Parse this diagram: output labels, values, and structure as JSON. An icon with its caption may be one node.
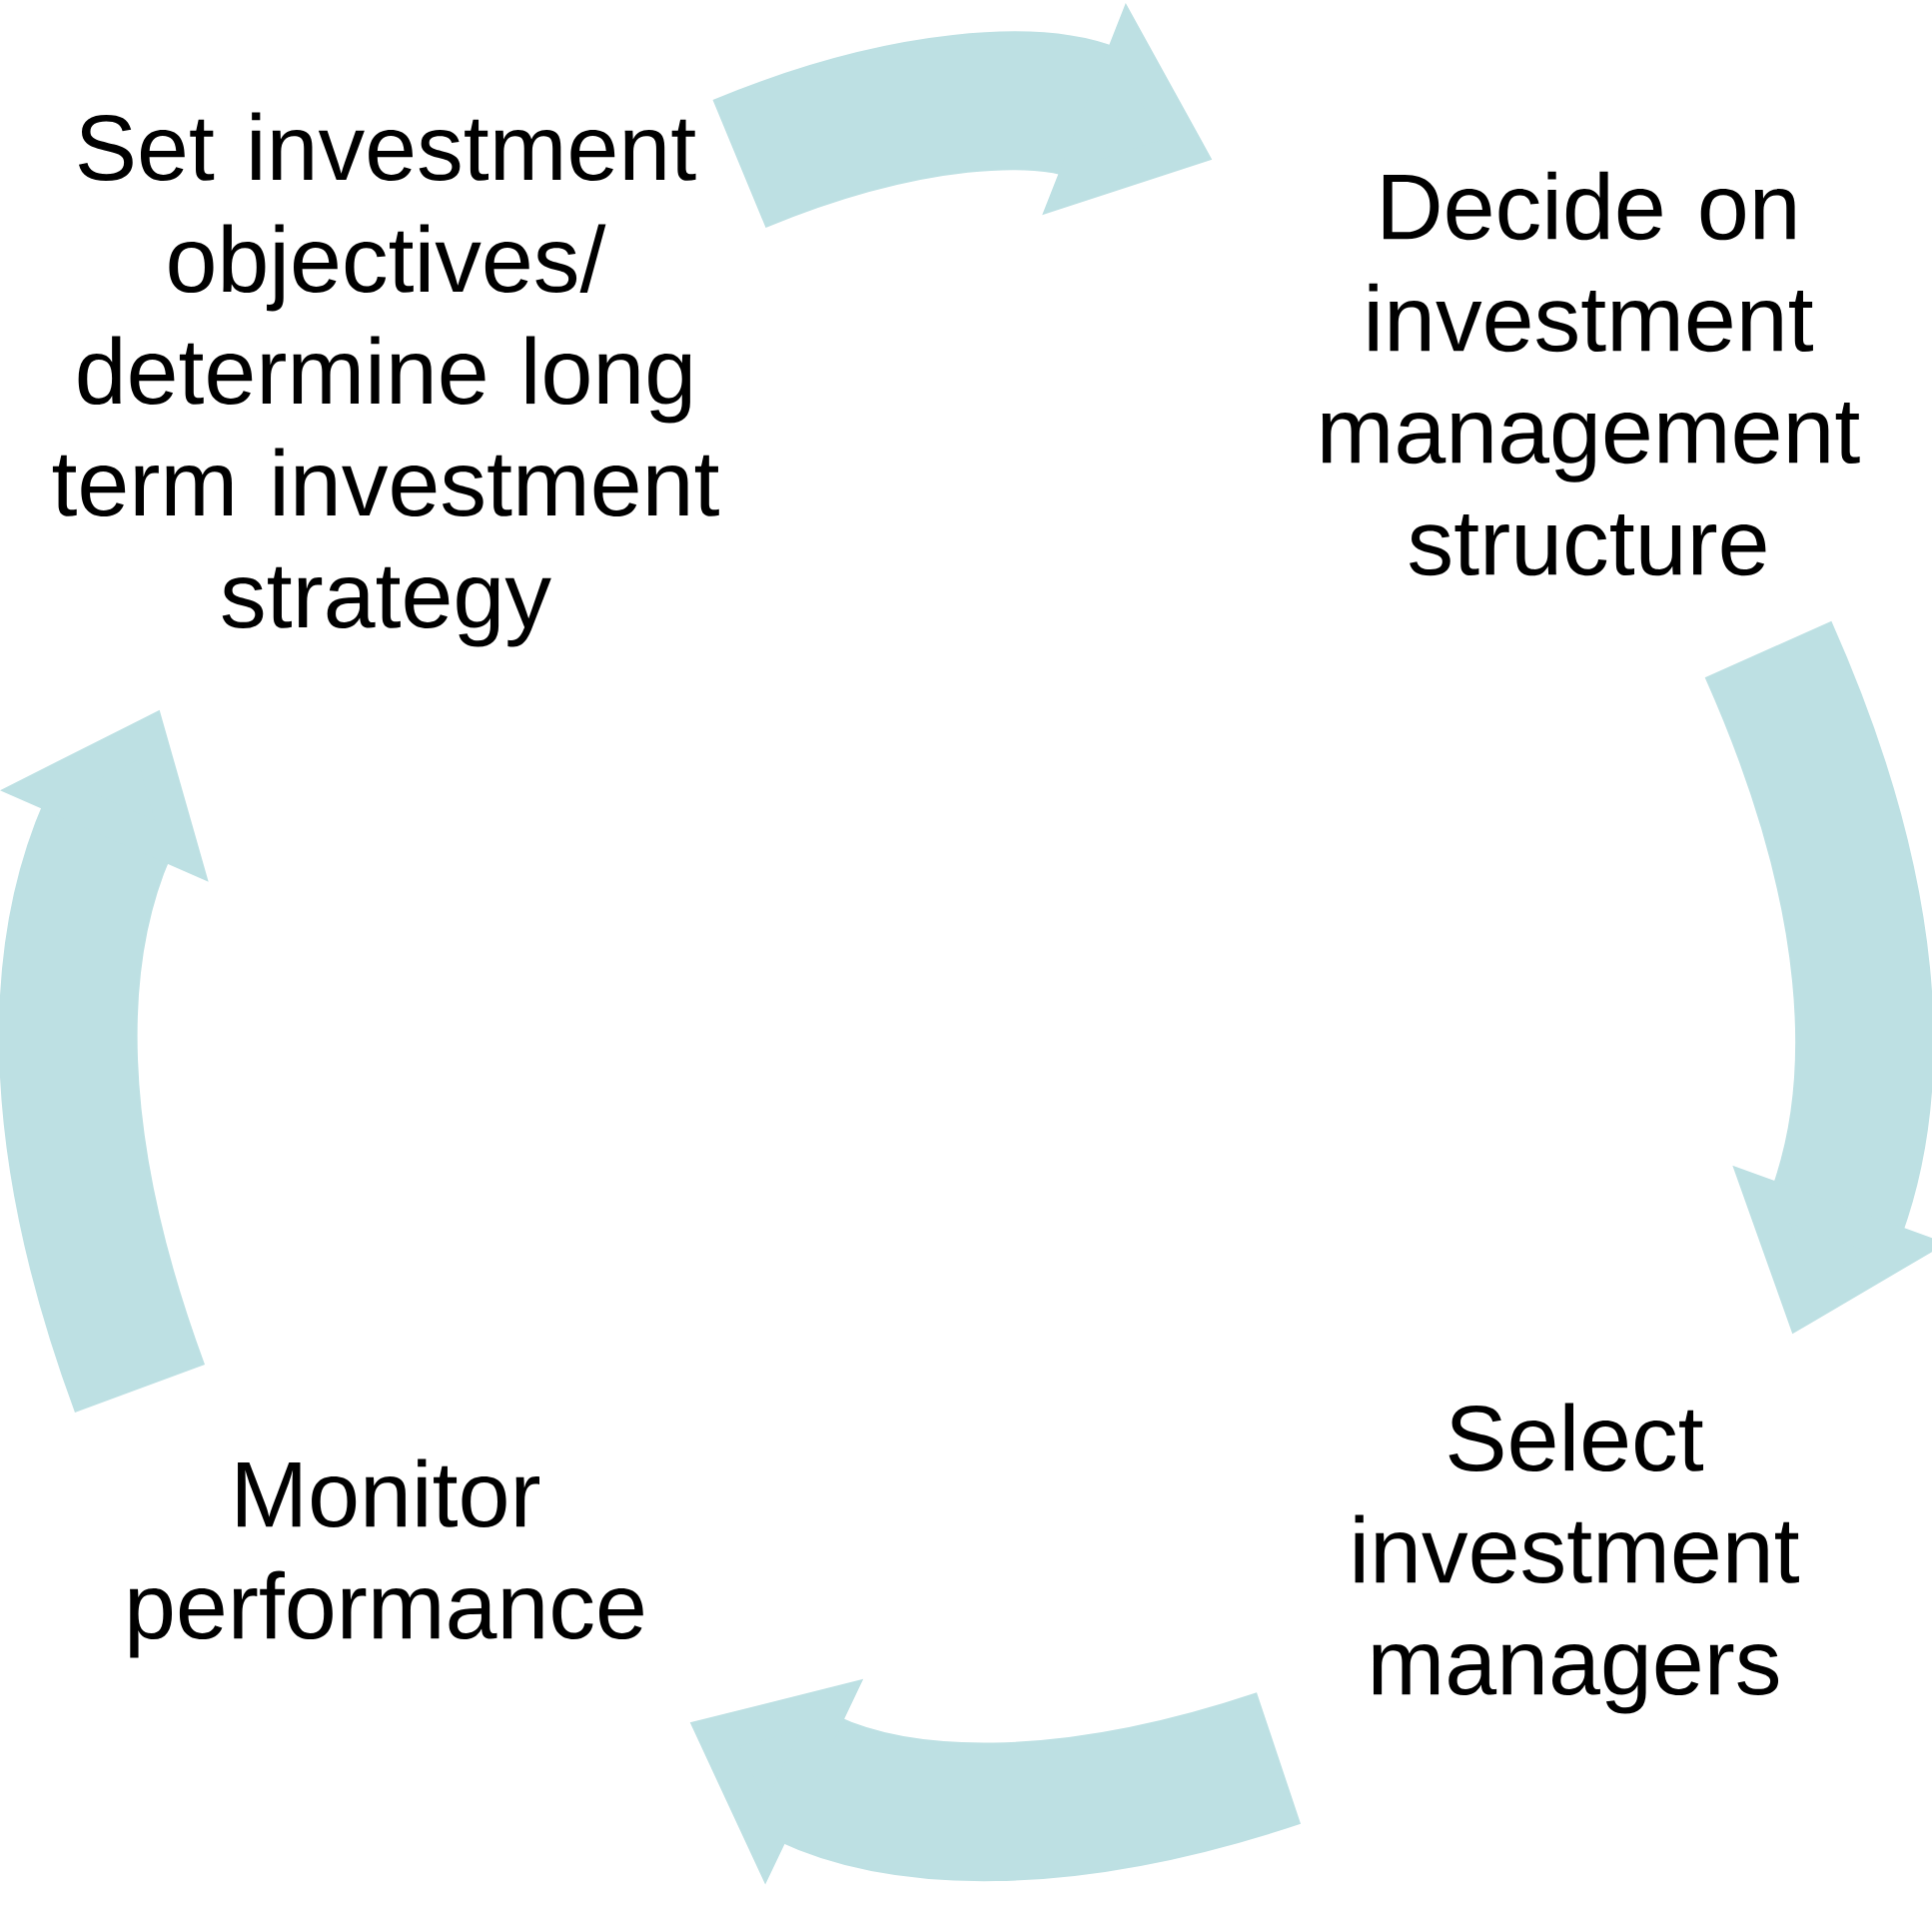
{
  "diagram": {
    "nodes": [
      {
        "text": [
          "Set investment objectives/ determine long term investment strategy"
        ]
      },
      {
        "text": [
          "Decide on investment management structure"
        ]
      },
      {
        "text": [
          "Select investment managers"
        ]
      },
      {
        "text": [
          "Monitor performance"
        ]
      }
    ],
    "edges": [
      {
        "from": 0,
        "to": 1,
        "arrow": "to"
      },
      {
        "from": 1,
        "to": 2,
        "arrow": "to"
      },
      {
        "from": 2,
        "to": 3,
        "arrow": "to"
      },
      {
        "from": 3,
        "to": 0,
        "arrow": "to"
      }
    ]
  }
}
